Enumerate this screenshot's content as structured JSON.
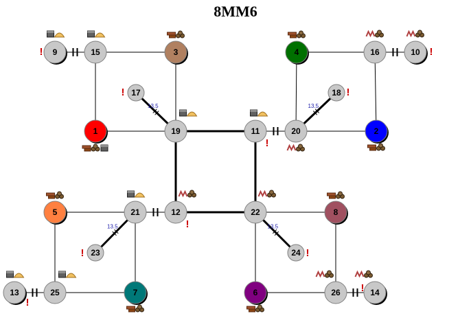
{
  "title": "8MM6",
  "colors": {
    "node_gray": "#c8c8c8",
    "p1": "#ff0000",
    "p2": "#0000ff",
    "p3": "#b08060",
    "p4": "#007000",
    "p5": "#ff8040",
    "p6": "#800080",
    "p7": "#007878",
    "p8": "#a05060",
    "alert": "#cc0000",
    "weight": "#1a1aa8"
  },
  "nodes": [
    {
      "id": "1",
      "label": "1",
      "fill": "#ff0000"
    },
    {
      "id": "2",
      "label": "2",
      "fill": "#0000ff"
    },
    {
      "id": "3",
      "label": "3",
      "fill": "#b08060"
    },
    {
      "id": "4",
      "label": "4",
      "fill": "#007000"
    },
    {
      "id": "5",
      "label": "5",
      "fill": "#ff8040"
    },
    {
      "id": "6",
      "label": "6",
      "fill": "#800080"
    },
    {
      "id": "7",
      "label": "7",
      "fill": "#007878"
    },
    {
      "id": "8",
      "label": "8",
      "fill": "#a05060"
    },
    {
      "id": "9",
      "label": "9",
      "fill": "#c8c8c8"
    },
    {
      "id": "10",
      "label": "10",
      "fill": "#c8c8c8"
    },
    {
      "id": "11",
      "label": "11",
      "fill": "#c8c8c8"
    },
    {
      "id": "12",
      "label": "12",
      "fill": "#c8c8c8"
    },
    {
      "id": "13",
      "label": "13",
      "fill": "#c8c8c8"
    },
    {
      "id": "14",
      "label": "14",
      "fill": "#c8c8c8"
    },
    {
      "id": "15",
      "label": "15",
      "fill": "#c8c8c8"
    },
    {
      "id": "16",
      "label": "16",
      "fill": "#c8c8c8"
    },
    {
      "id": "17",
      "label": "17",
      "fill": "#c8c8c8"
    },
    {
      "id": "18",
      "label": "18",
      "fill": "#c8c8c8"
    },
    {
      "id": "19",
      "label": "19",
      "fill": "#c8c8c8"
    },
    {
      "id": "20",
      "label": "20",
      "fill": "#c8c8c8"
    },
    {
      "id": "21",
      "label": "21",
      "fill": "#c8c8c8"
    },
    {
      "id": "22",
      "label": "22",
      "fill": "#c8c8c8"
    },
    {
      "id": "23",
      "label": "23",
      "fill": "#c8c8c8"
    },
    {
      "id": "24",
      "label": "24",
      "fill": "#c8c8c8"
    },
    {
      "id": "25",
      "label": "25",
      "fill": "#c8c8c8"
    },
    {
      "id": "26",
      "label": "26",
      "fill": "#c8c8c8"
    }
  ],
  "edges": [
    {
      "from": "9",
      "to": "15",
      "thick": false,
      "marker": "double"
    },
    {
      "from": "15",
      "to": "3",
      "thick": false
    },
    {
      "from": "15",
      "to": "1",
      "thick": false
    },
    {
      "from": "1",
      "to": "19",
      "thick": false
    },
    {
      "from": "3",
      "to": "19",
      "thick": false
    },
    {
      "from": "17",
      "to": "19",
      "thick": true,
      "weight": "13.5"
    },
    {
      "from": "19",
      "to": "11",
      "thick": true
    },
    {
      "from": "19",
      "to": "12",
      "thick": true
    },
    {
      "from": "11",
      "to": "20",
      "thick": false,
      "marker": "double"
    },
    {
      "from": "11",
      "to": "22",
      "thick": true
    },
    {
      "from": "4",
      "to": "16",
      "thick": false
    },
    {
      "from": "4",
      "to": "20",
      "thick": false
    },
    {
      "from": "16",
      "to": "10",
      "thick": false,
      "marker": "double"
    },
    {
      "from": "16",
      "to": "2",
      "thick": false
    },
    {
      "from": "20",
      "to": "2",
      "thick": false
    },
    {
      "from": "20",
      "to": "18",
      "thick": true,
      "weight": "13.5"
    },
    {
      "from": "5",
      "to": "21",
      "thick": false
    },
    {
      "from": "5",
      "to": "25",
      "thick": false
    },
    {
      "from": "21",
      "to": "12",
      "thick": false,
      "marker": "double"
    },
    {
      "from": "21",
      "to": "23",
      "thick": true,
      "weight": "13.5"
    },
    {
      "from": "21",
      "to": "7",
      "thick": false
    },
    {
      "from": "12",
      "to": "22",
      "thick": true
    },
    {
      "from": "22",
      "to": "8",
      "thick": false
    },
    {
      "from": "22",
      "to": "6",
      "thick": false
    },
    {
      "from": "22",
      "to": "24",
      "thick": true,
      "weight": "13.5"
    },
    {
      "from": "8",
      "to": "26",
      "thick": false
    },
    {
      "from": "6",
      "to": "26",
      "thick": false
    },
    {
      "from": "26",
      "to": "14",
      "thick": false,
      "marker": "double"
    },
    {
      "from": "13",
      "to": "25",
      "thick": false,
      "marker": "double"
    },
    {
      "from": "25",
      "to": "7",
      "thick": false
    }
  ],
  "resources": [
    {
      "node": "15",
      "icons": [
        "ore-icon",
        "grain-icon"
      ]
    },
    {
      "node": "9",
      "icons": [
        "ore-icon",
        "grain-icon"
      ]
    },
    {
      "node": "3",
      "icons": [
        "brick-icon",
        "lumber-icon"
      ]
    },
    {
      "node": "4",
      "icons": [
        "brick-icon",
        "lumber-icon"
      ]
    },
    {
      "node": "16",
      "icons": [
        "wool-icon",
        "lumber-icon"
      ]
    },
    {
      "node": "10",
      "icons": [
        "wool-icon",
        "lumber-icon"
      ]
    },
    {
      "node": "19",
      "icons": [
        "ore-icon",
        "grain-icon"
      ]
    },
    {
      "node": "11",
      "icons": [
        "ore-icon",
        "grain-icon"
      ]
    },
    {
      "node": "1",
      "icons": [
        "brick-icon",
        "lumber-icon",
        "ore-icon"
      ]
    },
    {
      "node": "20",
      "icons": [
        "wool-icon",
        "lumber-icon"
      ]
    },
    {
      "node": "2",
      "icons": [
        "brick-icon",
        "lumber-icon"
      ]
    },
    {
      "node": "5",
      "icons": [
        "brick-icon",
        "lumber-icon"
      ]
    },
    {
      "node": "21",
      "icons": [
        "ore-icon",
        "grain-icon"
      ]
    },
    {
      "node": "12",
      "icons": [
        "wool-icon",
        "lumber-icon"
      ]
    },
    {
      "node": "22",
      "icons": [
        "wool-icon",
        "lumber-icon"
      ]
    },
    {
      "node": "8",
      "icons": [
        "brick-icon",
        "lumber-icon"
      ]
    },
    {
      "node": "13",
      "icons": [
        "ore-icon",
        "grain-icon"
      ]
    },
    {
      "node": "25",
      "icons": [
        "ore-icon",
        "grain-icon"
      ]
    },
    {
      "node": "7",
      "icons": [
        "brick-icon",
        "lumber-icon"
      ]
    },
    {
      "node": "6",
      "icons": [
        "brick-icon",
        "lumber-icon"
      ]
    },
    {
      "node": "26",
      "icons": [
        "wool-icon",
        "lumber-icon"
      ]
    },
    {
      "node": "14",
      "icons": [
        "wool-icon",
        "lumber-icon"
      ]
    }
  ],
  "alerts": [
    {
      "node": "9",
      "text": "!"
    },
    {
      "node": "10",
      "text": "!"
    },
    {
      "node": "17",
      "text": "!"
    },
    {
      "node": "18",
      "text": "!"
    },
    {
      "node": "11",
      "text": "!"
    },
    {
      "node": "12",
      "text": "!"
    },
    {
      "node": "23",
      "text": "!"
    },
    {
      "node": "24",
      "text": "!"
    },
    {
      "node": "13",
      "text": "!"
    },
    {
      "node": "14",
      "text": "!"
    }
  ]
}
